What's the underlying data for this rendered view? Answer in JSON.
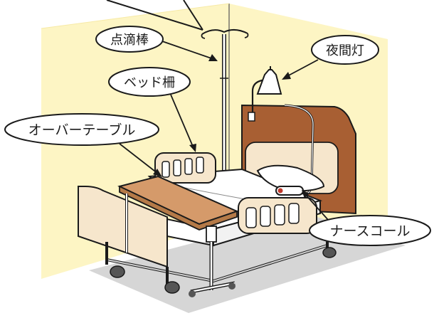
{
  "labels": {
    "iv_pole": "点滴棒",
    "night_light": "夜間灯",
    "bed_rail": "ベッド柵",
    "overbed_table": "オーバーテーブル",
    "nurse_call": "ナースコール"
  },
  "colors": {
    "wall": "#fdf5c4",
    "floor": "#d6d6d6",
    "headboard": "#a85f33",
    "frame": "#f6e6cc",
    "table_top": "#d59a6a",
    "outline": "#1a1a1a"
  }
}
